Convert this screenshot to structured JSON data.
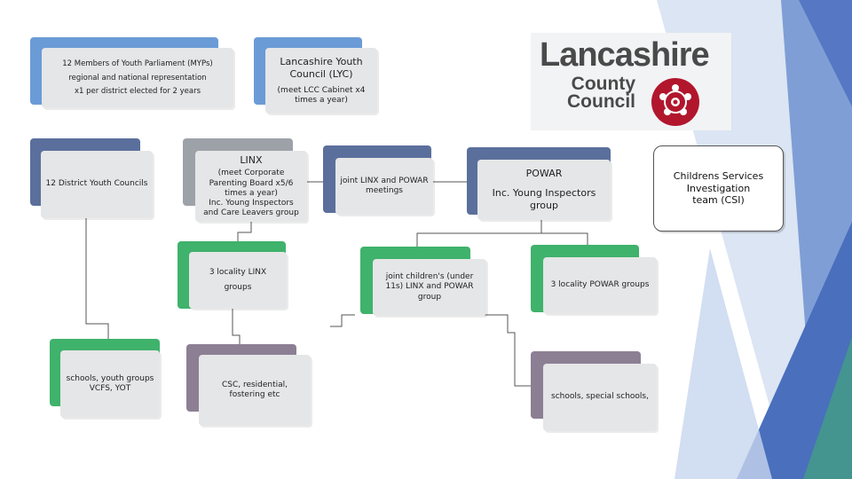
{
  "colors": {
    "blue": "#6b9bd6",
    "navy": "#5b6f9c",
    "grey": "#9da2a8",
    "green": "#3fb26b",
    "mauve": "#8c7f93",
    "card": "#e5e6e7",
    "line": "#555555",
    "accent": "#4a6fbd"
  },
  "logo": {
    "line1": "Lancashire",
    "line2a": "County",
    "line2b": "Council",
    "icon": "red-rose-icon"
  },
  "boxes": {
    "myps": {
      "line1": "12 Members of Youth Parliament (MYPs)",
      "line2": "regional and national representation",
      "line3": "x1 per district elected for 2 years"
    },
    "lyc": {
      "line1": "Lancashire Youth",
      "line2": "Council (LYC)",
      "line3": "(meet LCC Cabinet x4",
      "line4": "times a year)"
    },
    "district": {
      "line1": "12 District Youth Councils"
    },
    "linx": {
      "line1": "LINX",
      "line2": "(meet Corporate",
      "line3": "Parenting Board x5/6",
      "line4": "times a year)",
      "line5": "Inc. Young Inspectors",
      "line6": "and Care Leavers group"
    },
    "joint": {
      "line1": "joint LINX and POWAR",
      "line2": "meetings"
    },
    "powar": {
      "line1": "POWAR",
      "line2": "Inc. Young Inspectors",
      "line3": "group"
    },
    "linx3": {
      "line1": "3 locality LINX",
      "line2": "groups"
    },
    "under11": {
      "line1": "joint children's (under",
      "line2": "11s) LINX and POWAR",
      "line3": "group"
    },
    "powar3": {
      "line1": "3 locality POWAR groups"
    },
    "schools": {
      "line1": "schools, youth groups",
      "line2": "VCFS, YOT"
    },
    "csc": {
      "line1": "CSC, residential,",
      "line2": "fostering etc"
    },
    "special": {
      "line1": "schools, special schools,"
    }
  },
  "csi": {
    "line1": "Childrens Services",
    "line2": "Investigation",
    "line3": "team (CSI)"
  }
}
